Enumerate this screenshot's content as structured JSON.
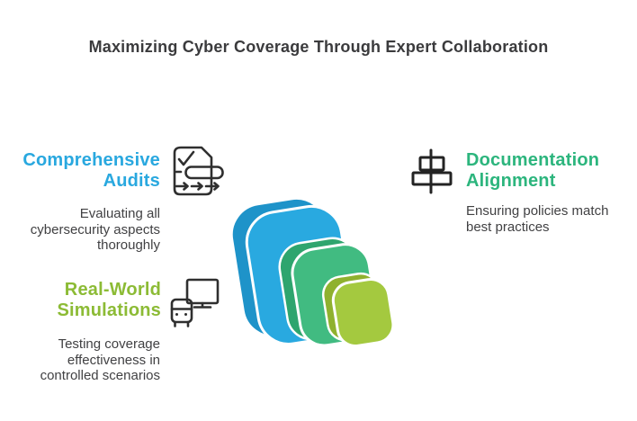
{
  "title": "Maximizing Cyber Coverage Through Expert Collaboration",
  "sections": [
    {
      "name": "comprehensive-audits",
      "heading_lines": [
        "Comprehensive",
        "Audits"
      ],
      "desc_lines": [
        "Evaluating all",
        "cybersecurity aspects",
        "thoroughly"
      ],
      "icon": "checklist-document-icon",
      "accent": "#29A8DF"
    },
    {
      "name": "documentation-alignment",
      "heading_lines": [
        "Documentation",
        "Alignment"
      ],
      "desc_lines": [
        "Ensuring policies match",
        "best practices"
      ],
      "icon": "align-center-icon",
      "accent": "#2CB57D"
    },
    {
      "name": "real-world-simulations",
      "heading_lines": [
        "Real-World",
        "Simulations"
      ],
      "desc_lines": [
        "Testing coverage",
        "effectiveness in",
        "controlled scenarios"
      ],
      "icon": "computer-monitor-icon",
      "accent": "#8CBB35"
    }
  ],
  "graphic": {
    "name": "stacked-rounded-cubes",
    "layers": [
      {
        "label": "outer-blue",
        "color": "#29A9E0",
        "side_color": "#1E93C9"
      },
      {
        "label": "middle-green",
        "color": "#41BB81",
        "side_color": "#2EA56E"
      },
      {
        "label": "inner-lime",
        "color": "#A4C93F",
        "side_color": "#8FB12E"
      }
    ]
  },
  "colors": {
    "background": "#FFFFFF",
    "title_text": "#3B3B3D",
    "body_text": "#414143",
    "icon_stroke": "#2F2F2F"
  }
}
